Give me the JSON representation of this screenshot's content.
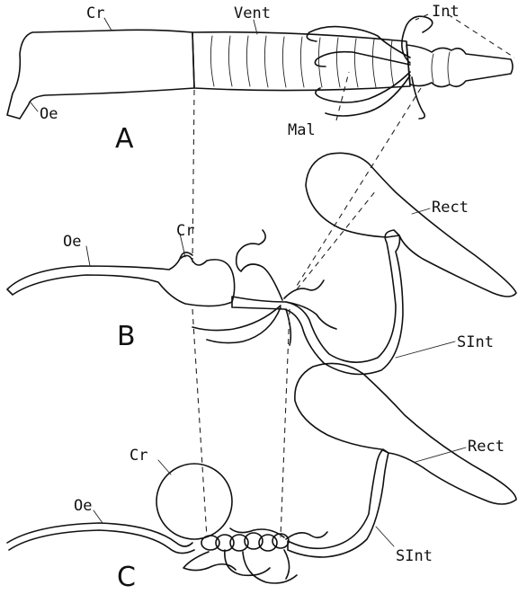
{
  "panels": {
    "a": {
      "letter": "A",
      "labels": {
        "crop": "Cr",
        "ventriculus": "Vent",
        "intestine": "Int",
        "oesophagus": "Oe",
        "malpighian": "Mal"
      }
    },
    "b": {
      "letter": "B",
      "labels": {
        "crop": "Cr",
        "oesophagus": "Oe",
        "rectum": "Rect",
        "small_intestine": "SInt"
      }
    },
    "c": {
      "letter": "C",
      "labels": {
        "crop": "Cr",
        "oesophagus": "Oe",
        "rectum": "Rect",
        "small_intestine": "SInt"
      }
    }
  }
}
